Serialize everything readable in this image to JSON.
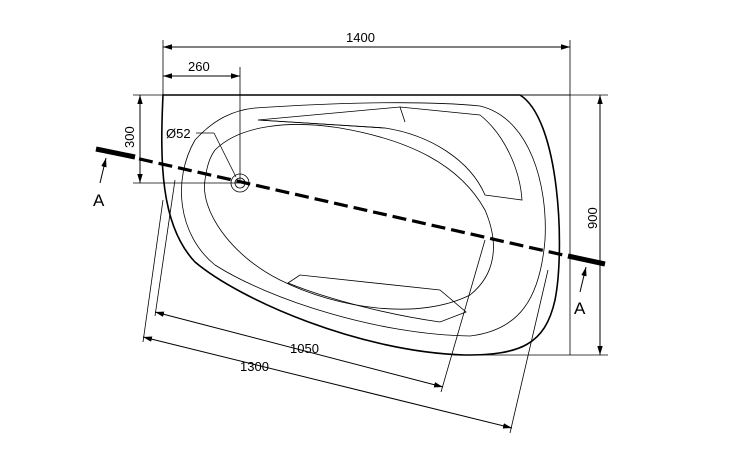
{
  "drawing": {
    "dimensions": {
      "overall_length": "1400",
      "drain_offset_x": "260",
      "drain_offset_y": "300",
      "drain_diameter": "Ø52",
      "overall_width": "900",
      "inner_length": "1050",
      "outer_length": "1300"
    },
    "section": {
      "left_label": "A",
      "right_label": "A"
    }
  }
}
